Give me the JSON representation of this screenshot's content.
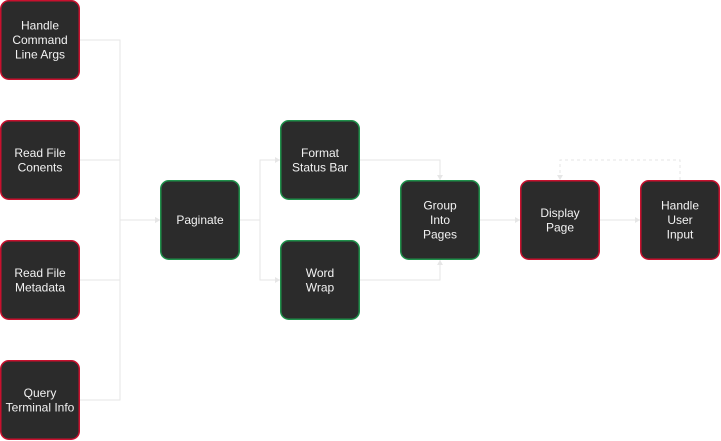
{
  "nodes": {
    "handle_args": {
      "lines": [
        "Handle",
        "Command",
        "Line Args"
      ],
      "border": "#c8102e"
    },
    "read_contents": {
      "lines": [
        "Read File",
        "Conents"
      ],
      "border": "#c8102e"
    },
    "read_metadata": {
      "lines": [
        "Read File",
        "Metadata"
      ],
      "border": "#c8102e"
    },
    "query_terminal": {
      "lines": [
        "Query",
        "Terminal Info"
      ],
      "border": "#c8102e"
    },
    "paginate": {
      "lines": [
        "Paginate"
      ],
      "border": "#1f8f4a"
    },
    "format_status": {
      "lines": [
        "Format",
        "Status Bar"
      ],
      "border": "#1f8f4a"
    },
    "word_wrap": {
      "lines": [
        "Word",
        "Wrap"
      ],
      "border": "#1f8f4a"
    },
    "group_pages": {
      "lines": [
        "Group",
        "Into",
        "Pages"
      ],
      "border": "#1f8f4a"
    },
    "display_page": {
      "lines": [
        "Display",
        "Page"
      ],
      "border": "#c8102e"
    },
    "handle_input": {
      "lines": [
        "Handle",
        "User",
        "Input"
      ],
      "border": "#c8102e"
    }
  },
  "edges": [
    {
      "from": "handle_args",
      "to": "paginate",
      "style": "solid"
    },
    {
      "from": "read_contents",
      "to": "paginate",
      "style": "solid"
    },
    {
      "from": "read_metadata",
      "to": "paginate",
      "style": "solid"
    },
    {
      "from": "query_terminal",
      "to": "paginate",
      "style": "solid"
    },
    {
      "from": "paginate",
      "to": "format_status",
      "style": "solid"
    },
    {
      "from": "paginate",
      "to": "word_wrap",
      "style": "solid"
    },
    {
      "from": "format_status",
      "to": "group_pages",
      "style": "solid"
    },
    {
      "from": "word_wrap",
      "to": "group_pages",
      "style": "solid"
    },
    {
      "from": "group_pages",
      "to": "display_page",
      "style": "solid"
    },
    {
      "from": "display_page",
      "to": "handle_input",
      "style": "solid"
    },
    {
      "from": "handle_input",
      "to": "display_page",
      "style": "dashed"
    }
  ],
  "colors": {
    "node_fill": "#2b2b2b",
    "text": "#f2f2f2",
    "edge": "#e6e6e6",
    "red_border": "#c8102e",
    "green_border": "#1f8f4a"
  }
}
